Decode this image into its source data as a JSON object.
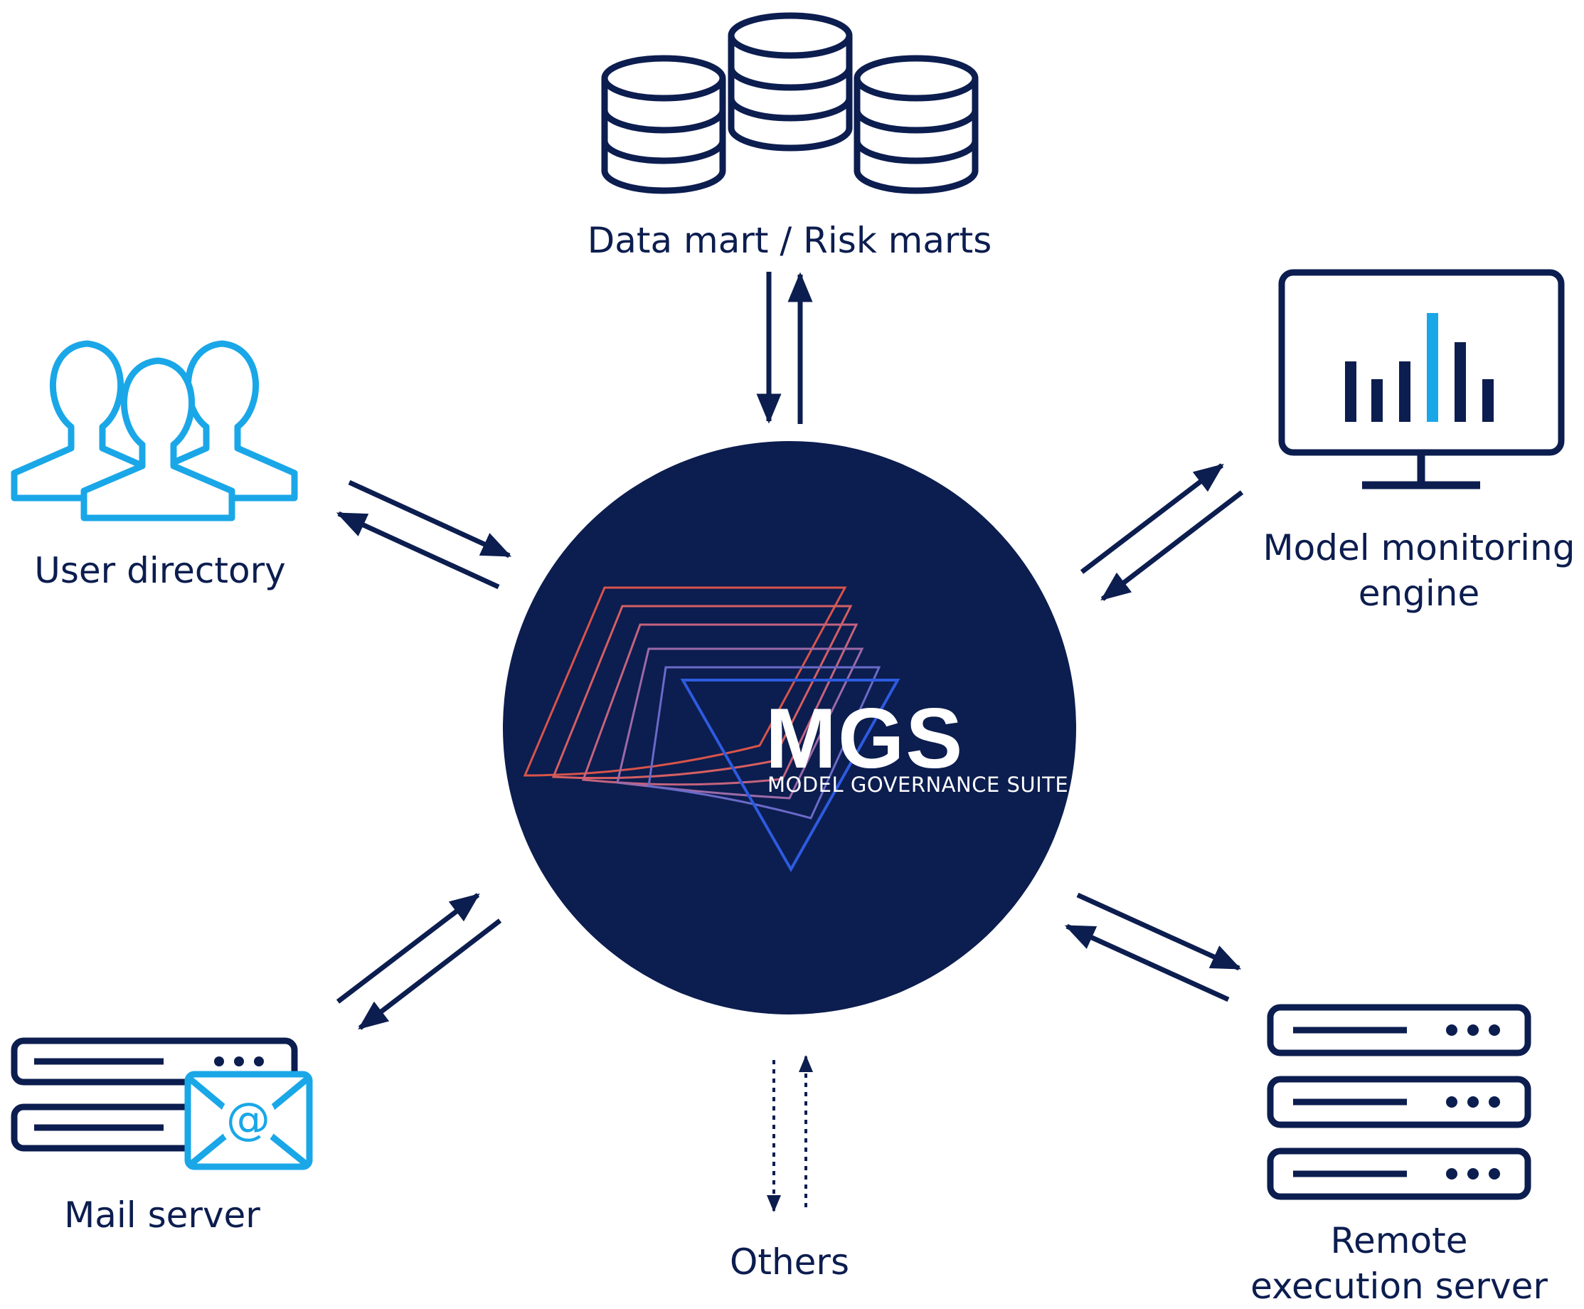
{
  "colors": {
    "navy": "#0c1d4f",
    "light_blue": "#1aa7e8",
    "white": "#ffffff"
  },
  "hub": {
    "title": "MGS",
    "subtitle": "MODEL GOVERNANCE SUITE"
  },
  "nodes": {
    "data_mart": {
      "label": "Data mart / Risk marts",
      "icon": "database-stack-icon"
    },
    "user_directory": {
      "label": "User directory",
      "icon": "users-group-icon"
    },
    "monitoring": {
      "label_line1": "Model monitoring",
      "label_line2": "engine",
      "icon": "monitor-chart-icon"
    },
    "mail_server": {
      "label": "Mail server",
      "icon": "mail-server-icon"
    },
    "others": {
      "label": "Others",
      "connection": "dotted"
    },
    "remote": {
      "label_line1": "Remote",
      "label_line2": "execution server",
      "icon": "server-rack-icon"
    }
  }
}
